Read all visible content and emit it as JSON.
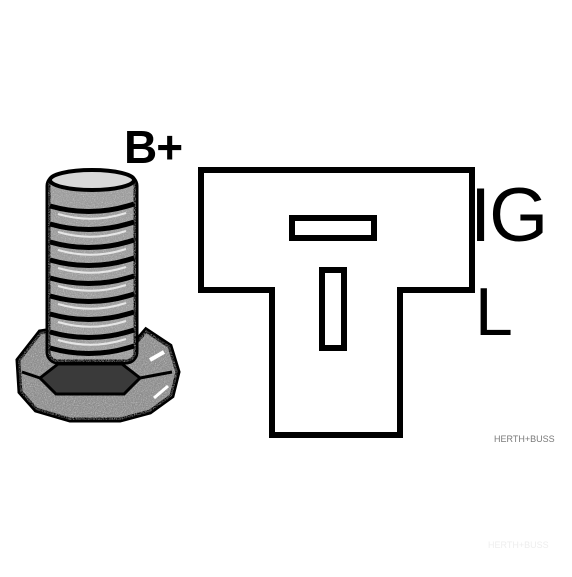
{
  "labels": {
    "battery": "B+",
    "ignition": "IG",
    "lamp": "L"
  },
  "watermark": {
    "brand": "HERTH+BUSS",
    "ghost": "HERTH+BUSS"
  },
  "colors": {
    "ink": "#000000",
    "background": "#ffffff",
    "watermark": "#7a7a7a"
  }
}
